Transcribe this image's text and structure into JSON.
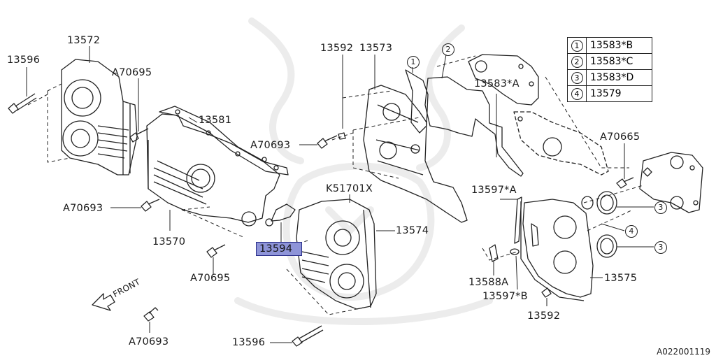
{
  "labels": {
    "l13572": "13572",
    "l13596a": "13596",
    "lA70695a": "A70695",
    "l13581": "13581",
    "l13592a": "13592",
    "l13573": "13573",
    "c1": "1",
    "c2": "2",
    "l13583A": "13583*A",
    "lA70693a": "A70693",
    "lA70665": "A70665",
    "lK51701X": "K51701X",
    "l13597A": "13597*A",
    "lA70693b": "A70693",
    "l13574": "13574",
    "l13570": "13570",
    "l13594": "13594",
    "lA70695b": "A70695",
    "c3a": "3",
    "c4": "4",
    "c3b": "3",
    "l13588A": "13588A",
    "l13575": "13575",
    "l13597B": "13597*B",
    "l13592b": "13592",
    "front": "FRONT",
    "lA70693c": "A70693",
    "l13596b": "13596"
  },
  "legend": [
    {
      "num": "1",
      "code": "13583*B"
    },
    {
      "num": "2",
      "code": "13583*C"
    },
    {
      "num": "3",
      "code": "13583*D"
    },
    {
      "num": "4",
      "code": "13579"
    }
  ],
  "highlighted_part": "13594",
  "diagram_ref": "A022001119",
  "colors": {
    "line": "#222222",
    "highlight": "#8e94d8",
    "watermark": "#ececec"
  }
}
